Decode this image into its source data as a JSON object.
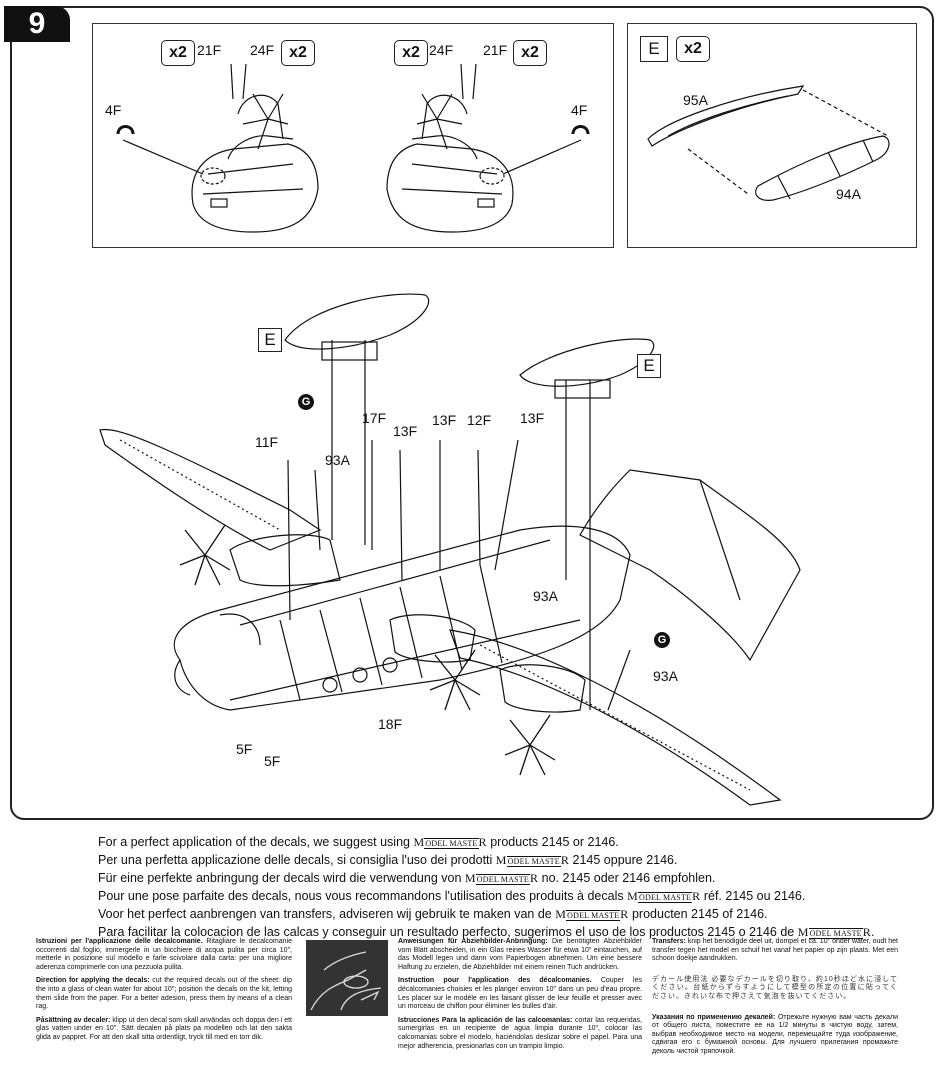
{
  "step_number": "9",
  "box_labels": {
    "e": "E"
  },
  "multipliers": {
    "x2": "x2"
  },
  "part_labels": {
    "p21F": "21F",
    "p24F": "24F",
    "p4F": "4F",
    "p95A": "95A",
    "p94A": "94A",
    "p11F": "11F",
    "p93A": "93A",
    "p17F": "17F",
    "p13F": "13F",
    "p12F": "12F",
    "p18F": "18F",
    "p5F": "5F"
  },
  "marker_g": "G",
  "recommendations": {
    "en": {
      "pre": "For a perfect application of the decals, we suggest using",
      "post": "products 2145 or 2146."
    },
    "it": {
      "pre": "Per una perfetta applicazione delle decals, si consiglia  l'uso dei prodotti",
      "post": "2145 oppure 2146."
    },
    "de": {
      "pre": "Für eine perfekte anbringung der decals wird die verwendung von",
      "post": "no. 2145 oder 2146 empfohlen."
    },
    "fr": {
      "pre": "Pour une pose parfaite des decals, nous vous recommandons l'utilisation des produits à decals",
      "post": "réf. 2145 ou 2146."
    },
    "nl": {
      "pre": "Voor het perfect aanbrengen van transfers, adviseren wij gebruik te maken van de",
      "post": "producten 2145 of 2146."
    },
    "es": {
      "pre": "Para facilitar la colocacion de las calcas y conseguir un resultado perfecto, sugerimos el uso de los productos 2145 o 2146 de",
      "post": "."
    }
  },
  "brand": {
    "first": "M",
    "small": "ODEL MASTE",
    "last": "R"
  },
  "instructions": {
    "it_title": "Istruzioni per l'applicazione delle decalcomanie.",
    "it_body": "Ritagliare le decalcomanie occorrenti dal foglio, immergerle in un bicchiere di acqua pulita per circa 10\", metterle in posizione sul modello e farle scivolare dalla carta: per una migliore aderenza comprimerle con una pezzuola pulita.",
    "en_title": "Direction for applying the decals:",
    "en_body": "cut the required decals out of the sheet: dip the into a glass of clean water for about 10\"; position the decals on the kit, letting them slide from the paper. For a better adesion, press them by means of a clean rag.",
    "sv_title": "Påsättning av decaler:",
    "sv_body": "klipp ut den decal som skall användas och doppa den i ett glas vatten under en 10\". Sätt decalen på plats pa modellen och lat den sakta glida av pappret. For att den skall sitta ordentligt, tryck till med en torr dik.",
    "de_title": "Anweisungen für Abziehbilder-Anbringung:",
    "de_body": "Die benötigten Abziehbilder vom Blatt abscheiden, in ein Glas reines Wasser für etwa 10\" eintauchen, auf das Modell legen und dann vom Papierbogen abnehmen. Um eine bessere Haftung zu erzielen, die Abziehbilder mit einem reinen Tuch andrücken.",
    "fr_title": "Instruction pour l'application des décalcomanies.",
    "fr_body": "Couper les décalcomanies choisies et les planger environ 10\" dans un peu d'eau propre. Les placer sur le modèle en les faisant glisser de leur feuille et presser avec un morceau de chiffon pour éliminer les bulles d'air.",
    "es_title": "Istrucciones Para la aplicación de las calcomanías:",
    "es_body": "cortar las requeridas, sumergirlas en un recipiente de agua limpia durante 10\", colocar las calcomanias sobre el modelo, haciéndolas deslizar sobre el papel. Para una mejor adherencia, presionarlas con un trampio limpio.",
    "nl_title": "Transfers:",
    "nl_body": "knip het benodigde deel uit, dompel et ca. 10\" onder water, oudt het transfer tegen het model en schuif het vanaf het papier op zijn plaats. Met een schoon doekje aandrukken.",
    "ja_body": "デカール使用法 必要なデカールを切り取り、約10秒ほど水に浸してください。台紙からずらすようにして模型の所定の位置に貼ってください。きれいな布で押さえて気泡を抜いてください。",
    "ru_title": "Указания по применению декалей:",
    "ru_body": "Отрежьте нужную вам часть декали от общего листа, поместите ее на 1/2 минуты в чистую воду, затем, выбрав необходимое место на модели, перемещайте туда изображение, сдвигая его с бумажной основы. Для лучшего прилегания промажьте деколь чистой тряпочкой."
  }
}
